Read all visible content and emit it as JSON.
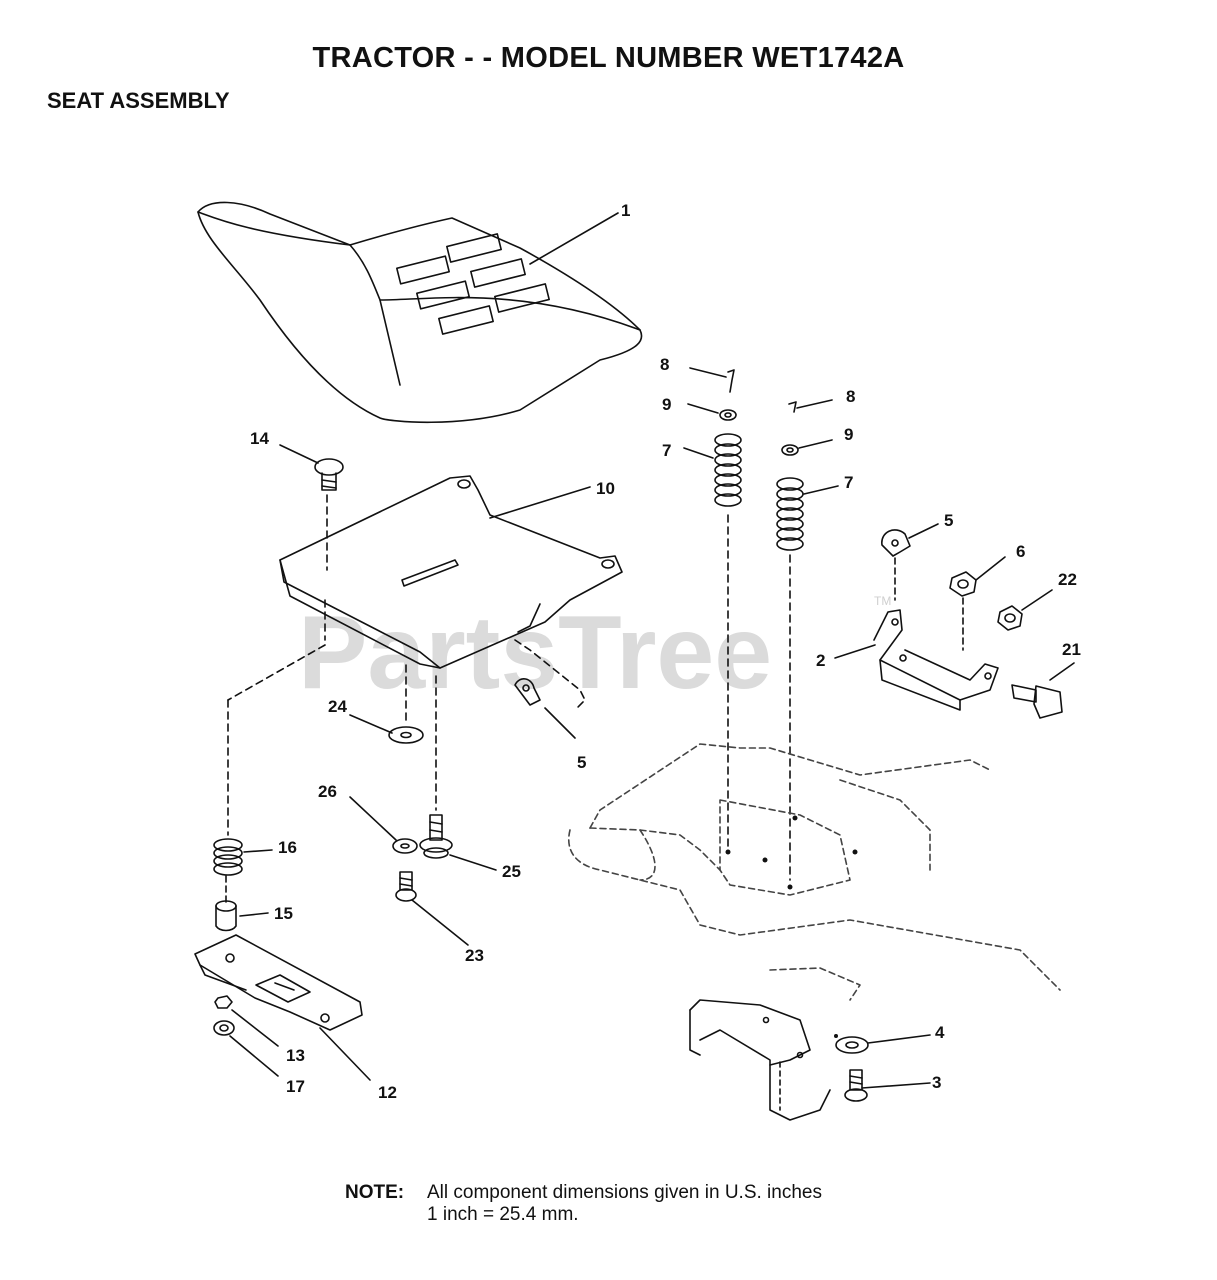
{
  "title": "TRACTOR - - MODEL NUMBER WET1742A",
  "section": "SEAT ASSEMBLY",
  "watermark": "PartsTree",
  "watermark_mark": "TM",
  "note": {
    "label": "NOTE:",
    "line1": "All component dimensions given in U.S. inches",
    "line2": "1 inch = 25.4 mm."
  },
  "callouts": [
    {
      "id": "c1",
      "label": "1"
    },
    {
      "id": "c8a",
      "label": "8"
    },
    {
      "id": "c9a",
      "label": "9"
    },
    {
      "id": "c7a",
      "label": "7"
    },
    {
      "id": "c8b",
      "label": "8"
    },
    {
      "id": "c9b",
      "label": "9"
    },
    {
      "id": "c7b",
      "label": "7"
    },
    {
      "id": "c14",
      "label": "14"
    },
    {
      "id": "c10",
      "label": "10"
    },
    {
      "id": "c5a",
      "label": "5"
    },
    {
      "id": "c6",
      "label": "6"
    },
    {
      "id": "c22",
      "label": "22"
    },
    {
      "id": "c2",
      "label": "2"
    },
    {
      "id": "c21",
      "label": "21"
    },
    {
      "id": "c24",
      "label": "24"
    },
    {
      "id": "c5b",
      "label": "5"
    },
    {
      "id": "c26",
      "label": "26"
    },
    {
      "id": "c16",
      "label": "16"
    },
    {
      "id": "c25",
      "label": "25"
    },
    {
      "id": "c15",
      "label": "15"
    },
    {
      "id": "c23",
      "label": "23"
    },
    {
      "id": "c13",
      "label": "13"
    },
    {
      "id": "c17",
      "label": "17"
    },
    {
      "id": "c12",
      "label": "12"
    },
    {
      "id": "c4",
      "label": "4"
    },
    {
      "id": "c3",
      "label": "3"
    }
  ]
}
